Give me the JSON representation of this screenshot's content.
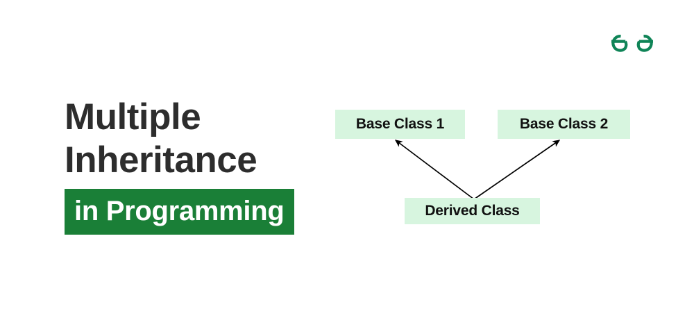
{
  "brand": {
    "logo_name": "geeksforgeeks-logo",
    "logo_color": "#0f8457"
  },
  "title": {
    "line1": "Multiple",
    "line2": "Inheritance",
    "highlight": "in Programming",
    "text_color": "#2d2d2d",
    "highlight_bg": "#1a7f37",
    "highlight_color": "#ffffff"
  },
  "diagram": {
    "node_bg": "#d7f5df",
    "node_text_color": "#111111",
    "arrow_color": "#000000",
    "nodes": [
      {
        "id": "base-class-1",
        "label": "Base Class 1"
      },
      {
        "id": "base-class-2",
        "label": "Base Class 2"
      },
      {
        "id": "derived-class",
        "label": "Derived Class"
      }
    ],
    "edges": [
      {
        "from": "derived-class",
        "to": "base-class-1"
      },
      {
        "from": "derived-class",
        "to": "base-class-2"
      }
    ]
  }
}
